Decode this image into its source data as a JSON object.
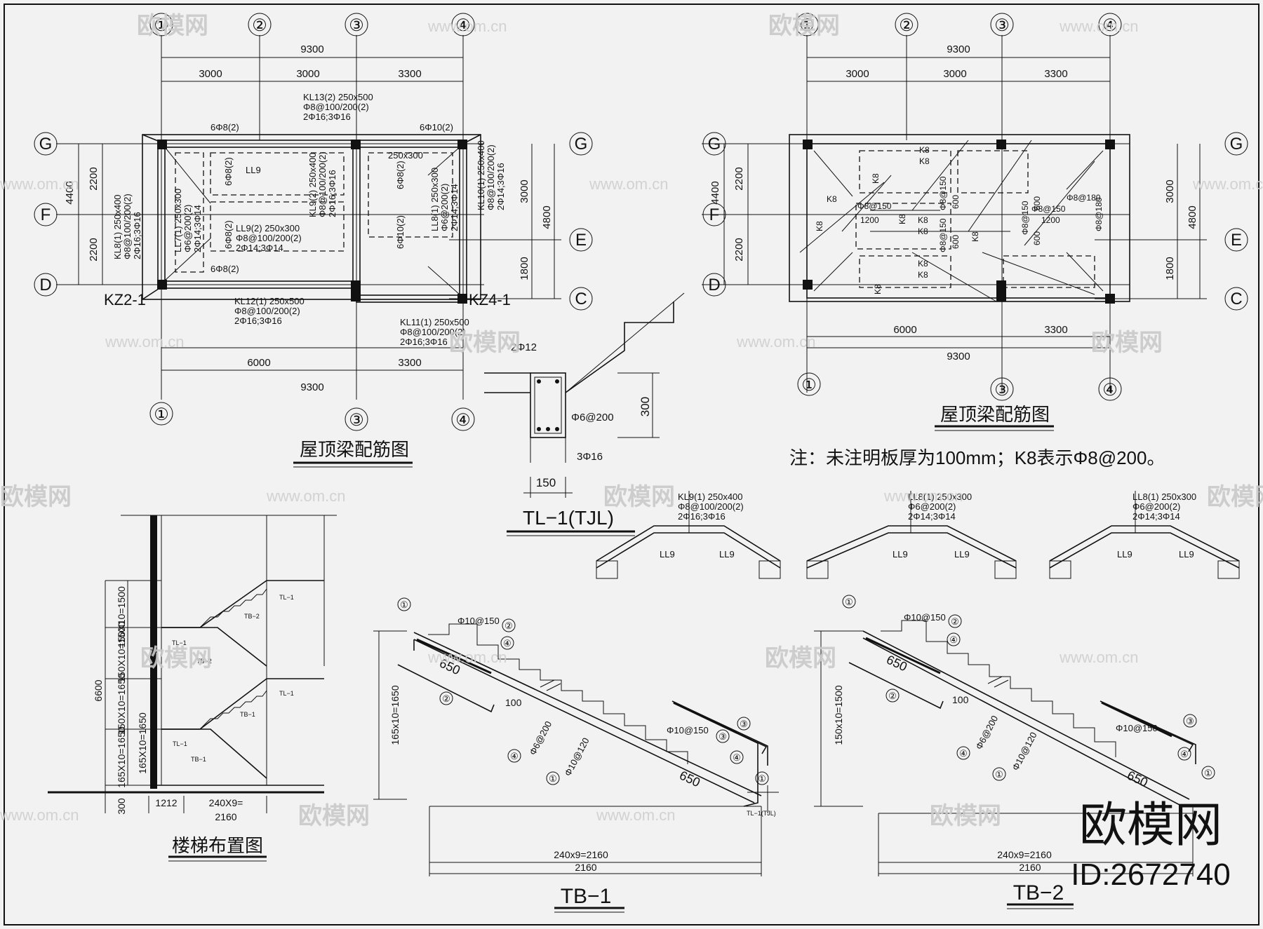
{
  "watermark": {
    "brand": "欧模网",
    "url": "www.om.cn",
    "id_label": "ID:2672740"
  },
  "plan_left": {
    "title": "屋顶梁配筋图",
    "axes_top": [
      "①",
      "②",
      "③",
      "④"
    ],
    "axes_bottom": [
      "①",
      "③",
      "④"
    ],
    "axes_left": [
      "G",
      "F",
      "D"
    ],
    "axes_right": [
      "G",
      "E",
      "C"
    ],
    "dims_top_total": "9300",
    "dims_top_parts": [
      "3000",
      "3000",
      "3300"
    ],
    "dims_bottom_parts": [
      "6000",
      "3300"
    ],
    "dims_bottom_total": "9300",
    "dims_left_total": "4400",
    "dims_left_parts": [
      "2200",
      "2200"
    ],
    "dims_right_total": "4800",
    "dims_right_parts": [
      "3000",
      "1800"
    ],
    "labels": [
      "KL13(2) 250x500",
      "Φ8@100/200(2)",
      "2Φ16;3Φ16",
      "6Φ8(2)",
      "6Φ10(2)",
      "250x300",
      "LL9",
      "KL9(2) 250x400",
      "Φ8@100/200(2)",
      "2Φ16;3Φ16",
      "LL7(1) 250x300",
      "Φ6@200(2)",
      "2Φ14;3Φ14",
      "KL8(1) 250x400",
      "Φ8@100/200(2)",
      "2Φ16;3Φ16",
      "LL9(2) 250x300",
      "Φ8@100/200(2)",
      "2Φ14;3Φ14",
      "KL10(1) 250x400",
      "Φ8@100/200(2)",
      "2Φ14;3Φ16",
      "LL8(1) 250x300",
      "Φ6@200(2)",
      "2Φ14;3Φ14",
      "KL12(1) 250x500",
      "Φ8@100/200(2)",
      "2Φ16;3Φ16",
      "KL11(1) 250x500",
      "Φ8@100/200(2)",
      "2Φ16;3Φ16",
      "KZ2-1",
      "KZ4-1",
      "6Φ8(2)",
      "6Φ8(2)",
      "6Φ8(2)",
      "6Φ8(2)",
      "6Φ10(2)"
    ]
  },
  "plan_right": {
    "title": "屋顶梁配筋图",
    "note": "注：未注明板厚为100mm；K8表示Φ8@200。",
    "axes_top": [
      "①",
      "②",
      "③",
      "④"
    ],
    "axes_bottom": [
      "①",
      "③",
      "④"
    ],
    "axes_left": [
      "G",
      "F",
      "D"
    ],
    "axes_right": [
      "G",
      "E",
      "C"
    ],
    "dims_top_total": "9300",
    "dims_top_parts": [
      "3000",
      "3000",
      "3300"
    ],
    "dims_bottom_parts": [
      "6000",
      "3300"
    ],
    "dims_bottom_total": "9300",
    "dims_left_total": "4400",
    "dims_left_parts": [
      "2200",
      "2200"
    ],
    "dims_right_total": "4800",
    "dims_right_parts": [
      "3000",
      "1800"
    ],
    "labels": [
      "K8",
      "K8",
      "K8",
      "K8",
      "K8",
      "K8",
      "K8",
      "K8",
      "K8",
      "K8",
      "K8",
      "K8",
      "Φ8@150",
      "Φ8@150",
      "Φ8@150",
      "Φ8@150",
      "Φ8@180",
      "Φ8@180",
      "Φ8@150",
      "1200",
      "1200",
      "600",
      "600",
      "600",
      "600"
    ]
  },
  "tl1": {
    "title": "TL−1(TJL)",
    "top_bars": "2Φ12",
    "stirrup": "Φ6@200",
    "bottom_bars": "3Φ16",
    "width": "150",
    "height": "300"
  },
  "sections": [
    {
      "beam": "KL9(1) 250x400",
      "stirrup": "Φ8@100/200(2)",
      "bars": "2Φ16;3Φ16",
      "left": "LL9",
      "right": "LL9"
    },
    {
      "beam": "LL8(1) 250x300",
      "stirrup": "Φ6@200(2)",
      "bars": "2Φ14;3Φ14",
      "left": "LL9",
      "right": "LL9"
    },
    {
      "beam": "LL8(1) 250x300",
      "stirrup": "Φ6@200(2)",
      "bars": "2Φ14;3Φ14",
      "left": "LL9",
      "right": "LL9"
    }
  ],
  "stair_layout": {
    "title": "楼梯布置图",
    "vertical_dims": [
      "150X10=1500",
      "150X10=1500",
      "150X10=1650",
      "165X10=1650",
      "165X10=1650"
    ],
    "total_height": "6600",
    "base": "300",
    "horizontal_dims": [
      "1212",
      "240X9=",
      "2160"
    ],
    "labels": [
      "TL−1",
      "TB−2",
      "TL−1",
      "TB−2",
      "TL−1",
      "TB−1",
      "TL−1",
      "TB−1"
    ]
  },
  "tb1": {
    "title": "TB−1",
    "vertical_dim": "165x10=1650",
    "dims": [
      "240x9=2160",
      "2160"
    ],
    "labels": [
      "Φ10@150",
      "650",
      "100",
      "Φ6@200",
      "Φ10@120",
      "Φ10@150",
      "650",
      "TL−1(TJL)"
    ],
    "markers": [
      "①",
      "②",
      "④",
      "②",
      "④",
      "①",
      "③",
      "③",
      "④",
      "①"
    ]
  },
  "tb2": {
    "title": "TB−2",
    "vertical_dim": "150x10=1500",
    "dims": [
      "240x9=2160",
      "2160"
    ],
    "labels": [
      "Φ10@150",
      "650",
      "100",
      "Φ6@200",
      "Φ10@120",
      "Φ10@150",
      "650"
    ],
    "markers": [
      "①",
      "②",
      "④",
      "②",
      "④",
      "①",
      "③",
      "④",
      "①"
    ]
  }
}
